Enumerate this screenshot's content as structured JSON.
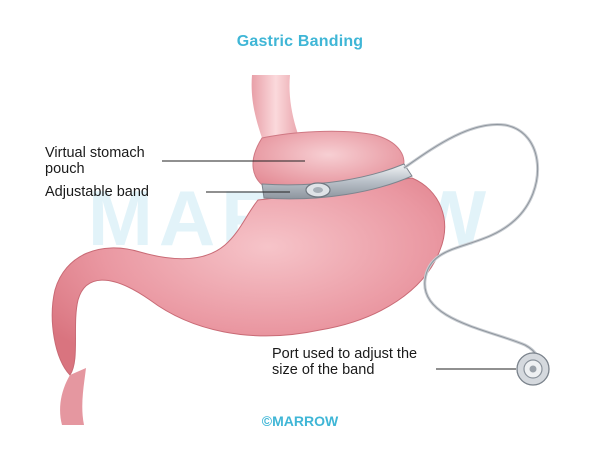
{
  "title": "Gastric Banding",
  "labels": {
    "pouch_line1": "Virtual stomach",
    "pouch_line2": "pouch",
    "band": "Adjustable band",
    "port_line1": "Port used to adjust the",
    "port_line2": "size of the band"
  },
  "watermark": "MARROW",
  "footer": "©MARROW",
  "colors": {
    "title": "#3fb6d6",
    "stomach": "#e88f9a",
    "band": "#c8cdd4",
    "watermark": "#d6eef7"
  }
}
